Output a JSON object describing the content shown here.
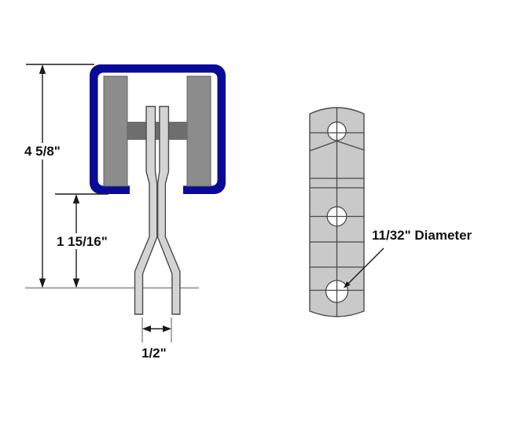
{
  "drawing": {
    "labels": {
      "overall_height": "4 5/8\"",
      "hanger_drop": "1 15/16\"",
      "leg_gap": "1/2\"",
      "hole_note": "11/32\" Diameter"
    },
    "colors": {
      "track_blue": "#0a0a99",
      "wheel_gray": "#8c8c8c",
      "axle_gray": "#6e6e6e",
      "fork_gray": "#d4d4d4",
      "strap_gray": "#c9c9c9",
      "outline_gray": "#4a4a4a",
      "dimension_black": "#1a1a1a",
      "reference_gray": "#979797",
      "background": "#ffffff"
    }
  }
}
